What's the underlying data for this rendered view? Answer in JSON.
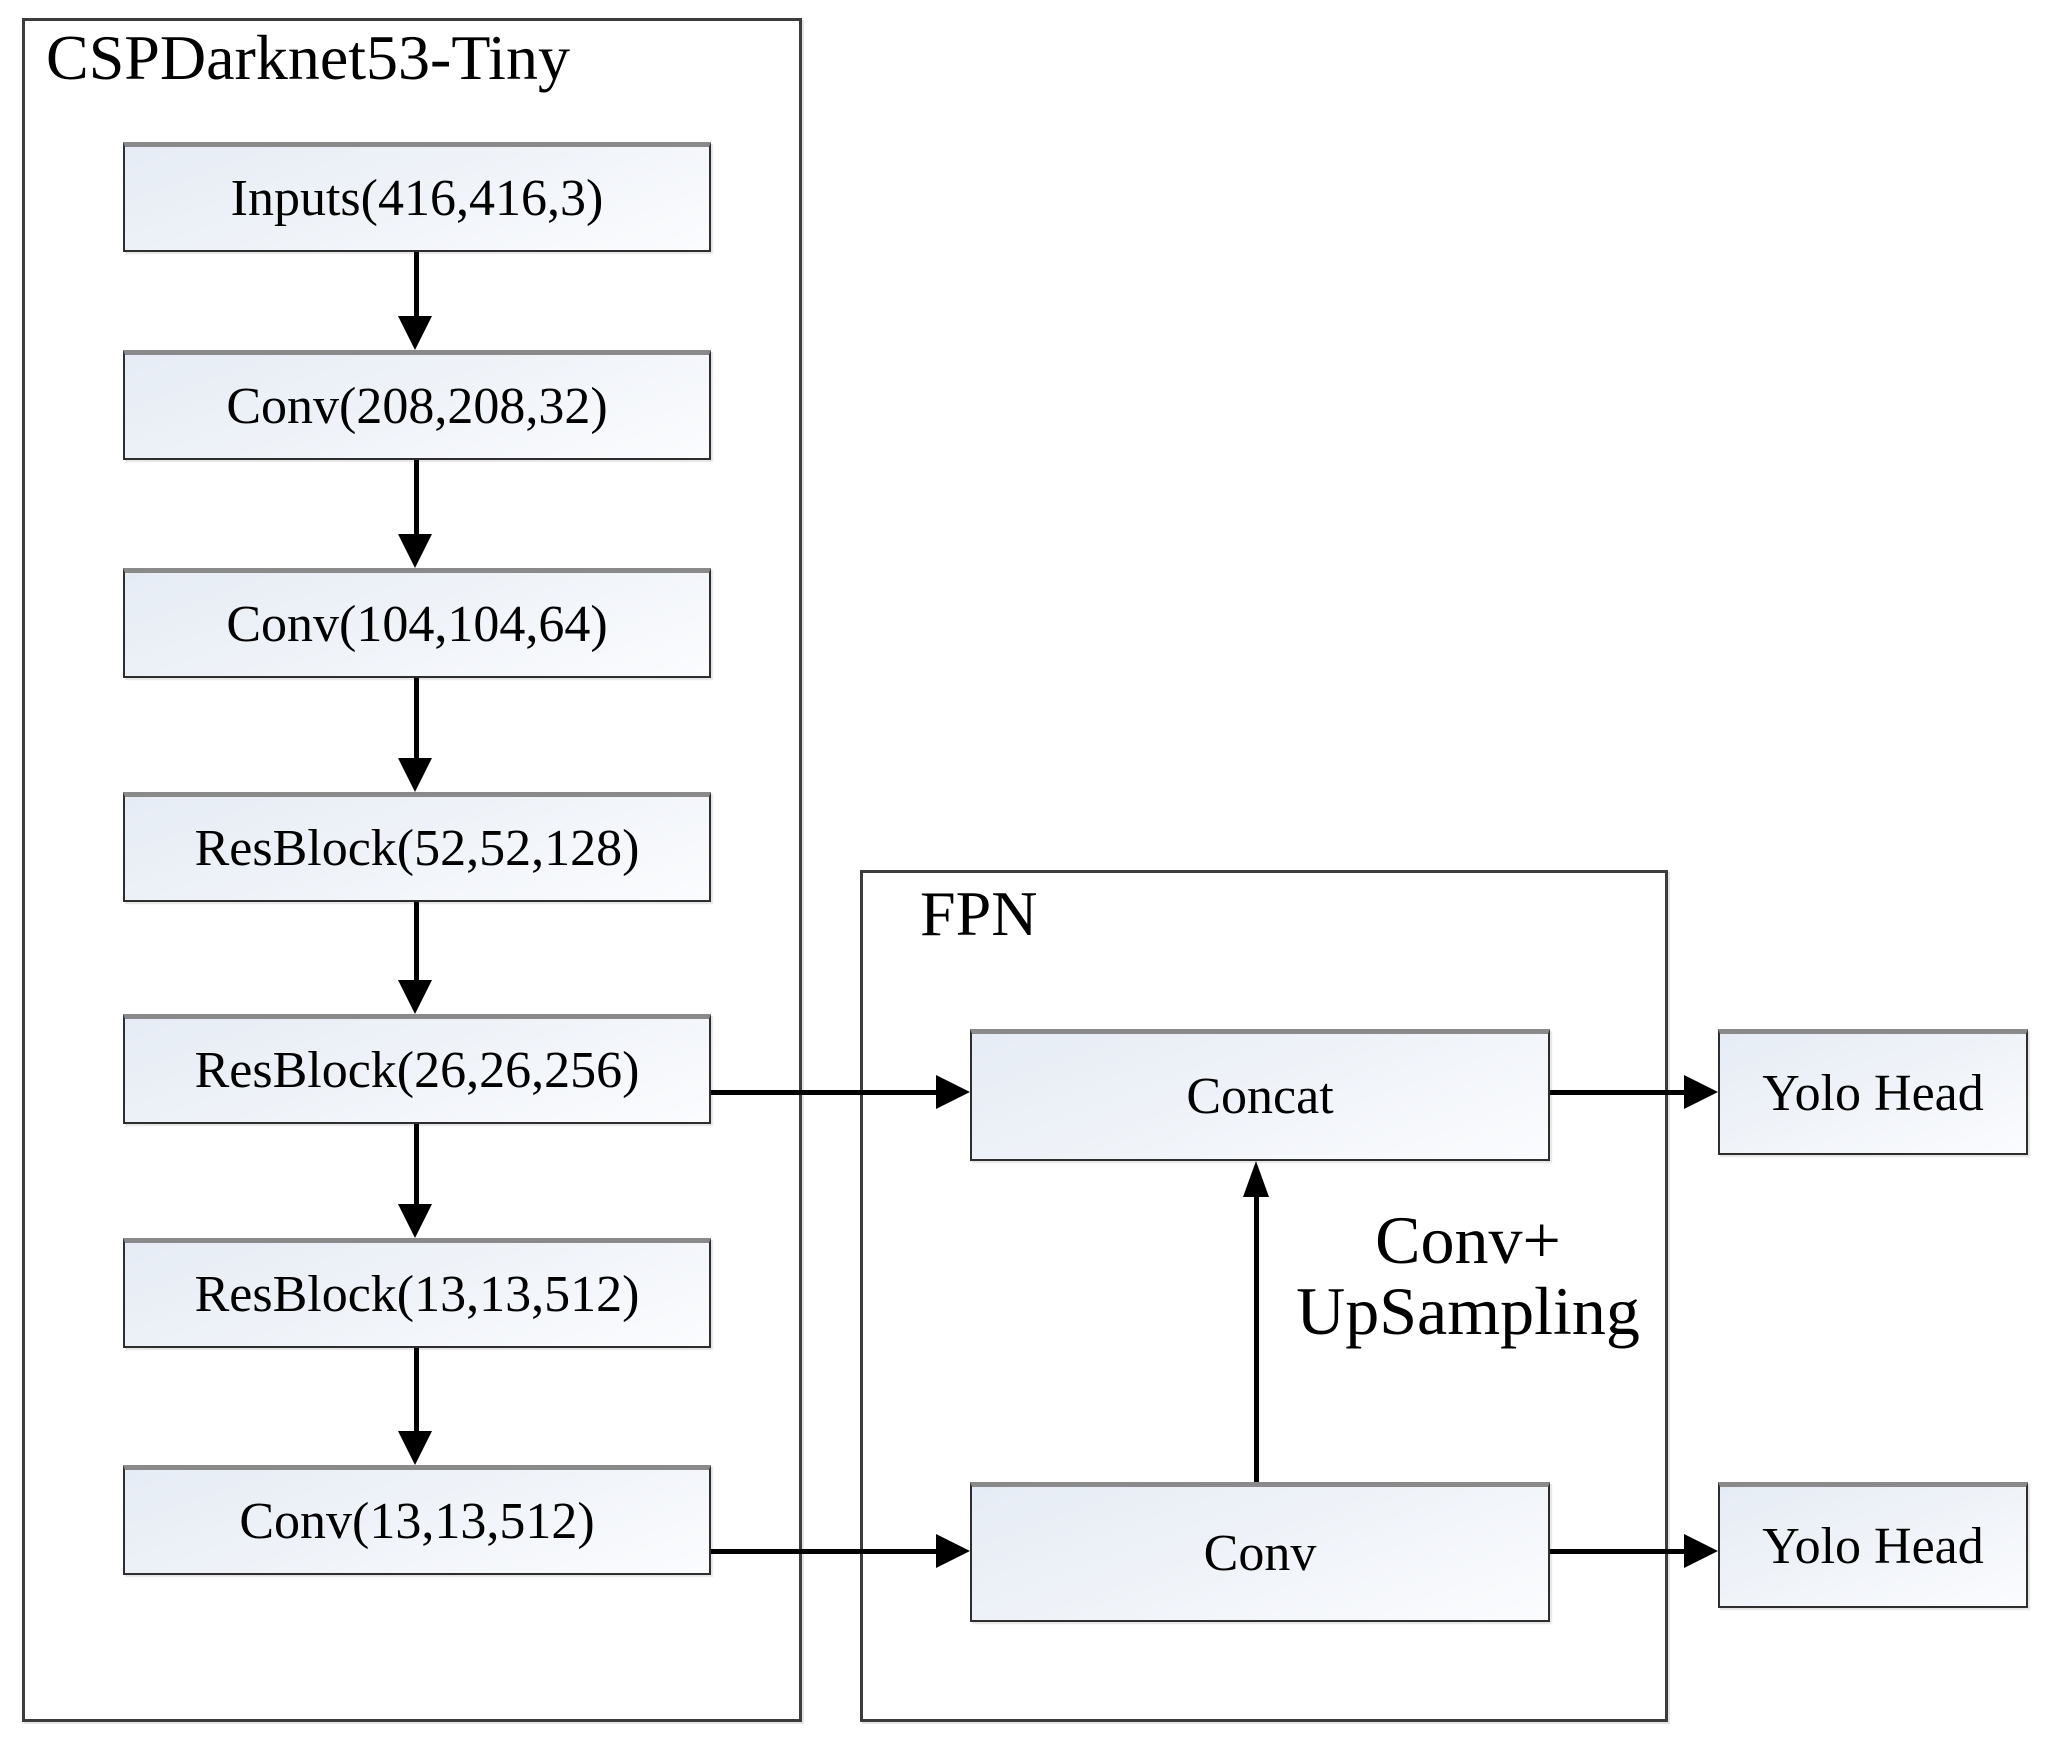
{
  "figure": {
    "type": "network-architecture-block-diagram",
    "background_color": "#ffffff",
    "node_fill_color": "#eef2f8",
    "node_border_color": "#2e2e2e",
    "connector_color": "#000000"
  },
  "groups": [
    {
      "id": "backbone",
      "label": "CSPDarknet53-Tiny"
    },
    {
      "id": "neck",
      "label": "FPN"
    }
  ],
  "backbone": {
    "title": "CSPDarknet53-Tiny",
    "nodes": [
      {
        "id": "inputs",
        "label": "Inputs(416,416,3)"
      },
      {
        "id": "conv208",
        "label": "Conv(208,208,32)"
      },
      {
        "id": "conv104",
        "label": "Conv(104,104,64)"
      },
      {
        "id": "res52",
        "label": "ResBlock(52,52,128)"
      },
      {
        "id": "res26",
        "label": "ResBlock(26,26,256)"
      },
      {
        "id": "res13",
        "label": "ResBlock(13,13,512)"
      },
      {
        "id": "conv13",
        "label": "Conv(13,13,512)"
      }
    ]
  },
  "fpn": {
    "title": "FPN",
    "nodes": [
      {
        "id": "concat",
        "label": "Concat"
      },
      {
        "id": "conv",
        "label": "Conv"
      }
    ],
    "annotation": "Conv+\nUpSampling"
  },
  "heads": [
    {
      "id": "head-top",
      "label": "Yolo Head"
    },
    {
      "id": "head-bottom",
      "label": "Yolo Head"
    }
  ],
  "edges": [
    {
      "from": "inputs",
      "to": "conv208",
      "direction": "down"
    },
    {
      "from": "conv208",
      "to": "conv104",
      "direction": "down"
    },
    {
      "from": "conv104",
      "to": "res52",
      "direction": "down"
    },
    {
      "from": "res52",
      "to": "res26",
      "direction": "down"
    },
    {
      "from": "res26",
      "to": "res13",
      "direction": "down"
    },
    {
      "from": "res13",
      "to": "conv13",
      "direction": "down"
    },
    {
      "from": "res26",
      "to": "concat",
      "direction": "right"
    },
    {
      "from": "conv13",
      "to": "conv",
      "direction": "right"
    },
    {
      "from": "conv",
      "to": "concat",
      "direction": "up",
      "label": "Conv+\nUpSampling"
    },
    {
      "from": "concat",
      "to": "head-top",
      "direction": "right"
    },
    {
      "from": "conv",
      "to": "head-bottom",
      "direction": "right"
    }
  ]
}
